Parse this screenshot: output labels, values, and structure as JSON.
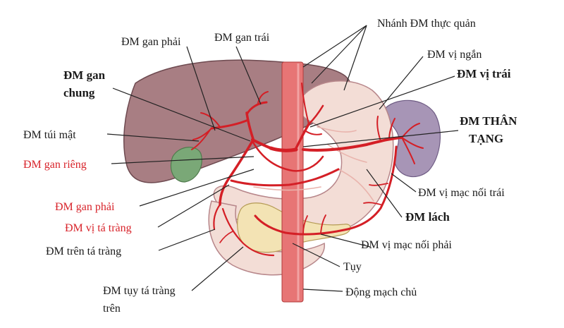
{
  "colors": {
    "liver": "#a87e83",
    "liver_edge": "#6e4a50",
    "stomach": "#f3ddd6",
    "stomach_edge": "#b7868a",
    "spleen": "#a795b6",
    "pancreas": "#f3e3b4",
    "gallbladder": "#7aa877",
    "artery": "#d41f26",
    "aorta": "#e77575",
    "label": "#1a1a1a",
    "label_red": "#d8232a"
  },
  "labels": {
    "esophageal_branch": "Nhánh ĐM thực quản",
    "right_hepatic_top": "ĐM gan phải",
    "left_hepatic": "ĐM gan trái",
    "short_gastric": "ĐM vị ngắn",
    "common_hepatic_l1": "ĐM gan",
    "common_hepatic_l2": "chung",
    "left_gastric": "ĐM vị trái",
    "celiac_l1": "ĐM THÂN",
    "celiac_l2": "TẠNG",
    "cystic": "ĐM túi mật",
    "proper_hepatic": "ĐM gan riêng",
    "left_gastroepiploic": "ĐM vị mạc nối trái",
    "right_hepatic_low": "ĐM gan phải",
    "gastroduodenal": "ĐM vị tá tràng",
    "splenic": "ĐM lách",
    "supraduodenal": "ĐM trên tá tràng",
    "right_gastroepiploic": "ĐM vị mạc nối phải",
    "pancreas": "Tụy",
    "sup_pancreaticoduodenal_l1": "ĐM tụy tá tràng",
    "sup_pancreaticoduodenal_l2": "trên",
    "aorta": "Động mạch chủ"
  }
}
